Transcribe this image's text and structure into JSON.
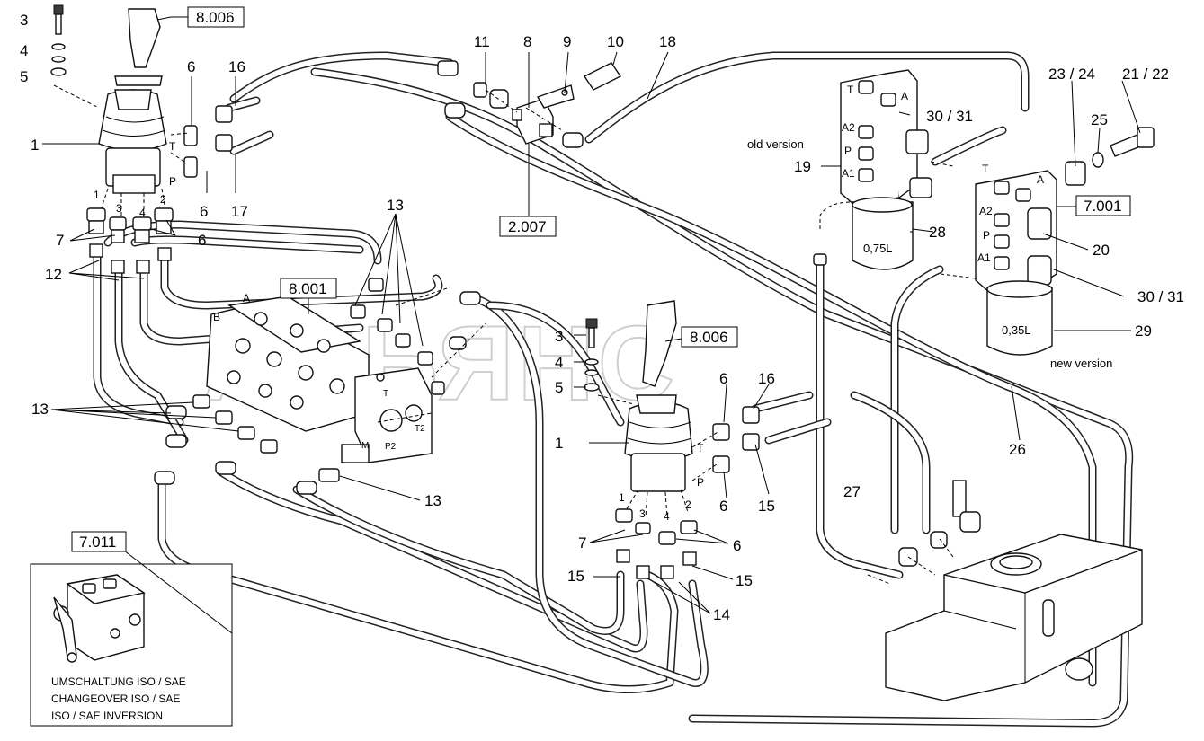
{
  "refs": {
    "joy_left_8006": "8.006",
    "joy_right_8006": "8.006",
    "valve_8001": "8.001",
    "block_2007": "2.007",
    "block_7001": "7.001",
    "inset_7011": "7.011"
  },
  "callouts": {
    "n1a": "1",
    "n1b": "1",
    "n3a": "3",
    "n3b": "3",
    "n4a": "4",
    "n4b": "4",
    "n5a": "5",
    "n5b": "5",
    "n6a": "6",
    "n6b": "6",
    "n6c": "6",
    "n6d": "6",
    "n6e": "6",
    "n6f": "6",
    "n7a": "7",
    "n7b": "7",
    "n8": "8",
    "n9": "9",
    "n10": "10",
    "n11": "11",
    "n12": "12",
    "n13a": "13",
    "n13b": "13",
    "n13c": "13",
    "n14": "14",
    "n15a": "15",
    "n15b": "15",
    "n15c": "15",
    "n16a": "16",
    "n16b": "16",
    "n17": "17",
    "n18": "18",
    "n19": "19",
    "n20": "20",
    "n2122": "21 / 22",
    "n2324": "23 / 24",
    "n25": "25",
    "n26": "26",
    "n27": "27",
    "n28": "28",
    "n29": "29",
    "n3031a": "30 / 31",
    "n3031b": "30 / 31"
  },
  "ports": {
    "T1": "T",
    "P1": "P",
    "T2": "T",
    "P2": "P",
    "pa1": "1",
    "pa2": "2",
    "pa3": "3",
    "pa4": "4",
    "pb1": "1",
    "pb2": "2",
    "pb3": "3",
    "pb4": "4",
    "vA": "A",
    "vB": "B",
    "vT": "T",
    "vT2": "T2",
    "vP2": "P2",
    "vM": "M",
    "oT": "T",
    "oA": "A",
    "oA2": "A2",
    "oP": "P",
    "oA1": "A1",
    "nT": "T",
    "nA": "A",
    "nA2": "A2",
    "nP": "P",
    "nA1": "A1"
  },
  "labels": {
    "old_version": "old version",
    "new_version": "new version",
    "acc_small": "0,75L",
    "acc_large": "0,35L"
  },
  "inset": {
    "line1": "UMSCHALTUNG ISO / SAE",
    "line2": "CHANGEOVER ISO / SAE",
    "line3": "ISO / SAE INVERSION"
  },
  "watermark": "АЛЬЯНС"
}
